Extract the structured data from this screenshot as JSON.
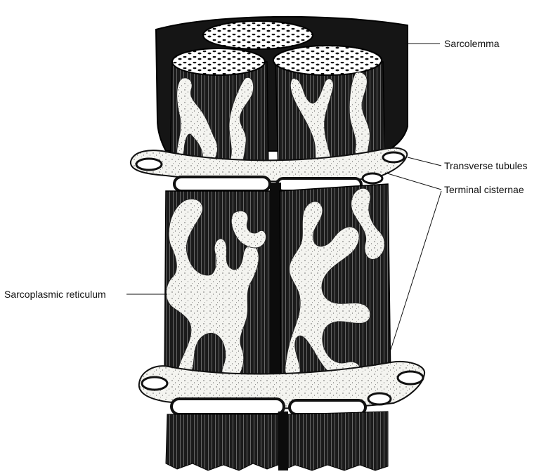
{
  "diagram": {
    "labels": {
      "sarcolemma": "Sarcolemma",
      "transverse_tubules": "Transverse tubules",
      "terminal_cisternae": "Terminal cisternae",
      "sarcoplasmic_reticulum": "Sarcoplasmic reticulum"
    },
    "colors": {
      "ink": "#111111",
      "fibril": "#1b1b1b",
      "reticulum": "#f4f4f0",
      "background": "#ffffff"
    }
  }
}
